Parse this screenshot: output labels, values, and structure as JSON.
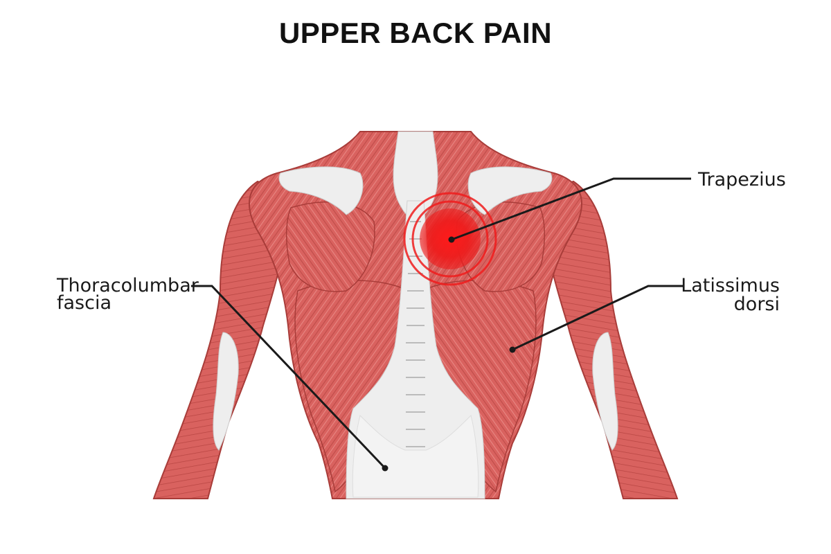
{
  "title": "UPPER BACK PAIN",
  "labels": {
    "trapezius": "Trapezius",
    "thoracolumbar_line1": "Thoracolumbar",
    "thoracolumbar_line2": "fascia",
    "latissimus_line1": "Latissimus",
    "latissimus_line2": "dorsi"
  },
  "colors": {
    "muscle": "#d9625f",
    "muscle_dark": "#b84542",
    "muscle_light": "#e98a86",
    "tendon": "#eeeeee",
    "pain": "#ee1c1c",
    "text": "#1a1a1a"
  },
  "pain_marker": {
    "muscle": "Trapezius"
  }
}
